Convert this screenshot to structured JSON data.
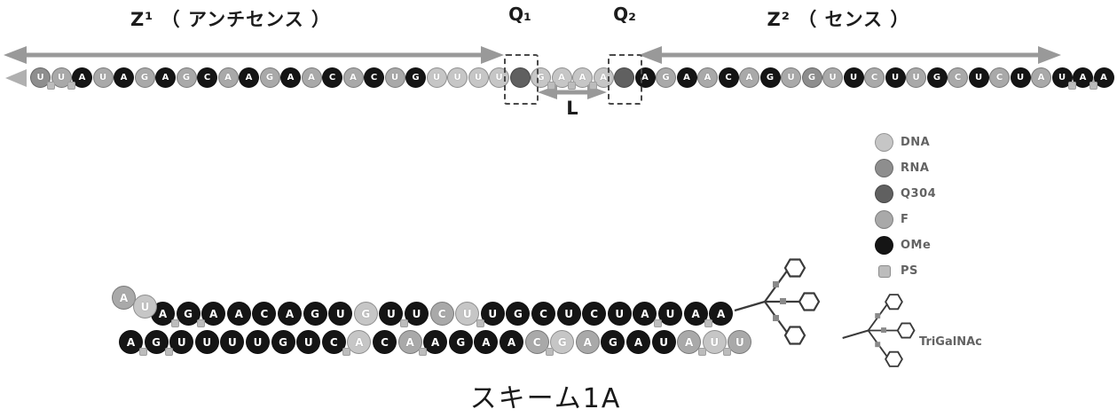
{
  "title": {
    "caption": "スキーム1A"
  },
  "construct": {
    "z1_label": "Z¹ （ アンチセンス ）",
    "q1_label": "Q₁",
    "q2_label": "Q₂",
    "z2_label": "Z² （ センス ）",
    "l_label": "L",
    "q1_index": 23,
    "q2_index": 28,
    "ps_linkages": [
      0,
      1,
      24,
      25,
      26,
      49,
      50
    ],
    "beads": [
      {
        "l": "U",
        "t": "RNA"
      },
      {
        "l": "U",
        "t": "F"
      },
      {
        "l": "A",
        "t": "OMe"
      },
      {
        "l": "U",
        "t": "F"
      },
      {
        "l": "A",
        "t": "OMe"
      },
      {
        "l": "G",
        "t": "F"
      },
      {
        "l": "A",
        "t": "OMe"
      },
      {
        "l": "G",
        "t": "F"
      },
      {
        "l": "C",
        "t": "OMe"
      },
      {
        "l": "A",
        "t": "F"
      },
      {
        "l": "A",
        "t": "OMe"
      },
      {
        "l": "G",
        "t": "F"
      },
      {
        "l": "A",
        "t": "OMe"
      },
      {
        "l": "A",
        "t": "F"
      },
      {
        "l": "C",
        "t": "OMe"
      },
      {
        "l": "A",
        "t": "F"
      },
      {
        "l": "C",
        "t": "OMe"
      },
      {
        "l": "U",
        "t": "F"
      },
      {
        "l": "G",
        "t": "OMe"
      },
      {
        "l": "U",
        "t": "DNA"
      },
      {
        "l": "U",
        "t": "DNA"
      },
      {
        "l": "U",
        "t": "DNA"
      },
      {
        "l": "U",
        "t": "DNA"
      },
      {
        "l": "",
        "t": "Q304"
      },
      {
        "l": "G",
        "t": "DNA"
      },
      {
        "l": "A",
        "t": "DNA"
      },
      {
        "l": "A",
        "t": "DNA"
      },
      {
        "l": "A",
        "t": "DNA"
      },
      {
        "l": "",
        "t": "Q304"
      },
      {
        "l": "A",
        "t": "OMe"
      },
      {
        "l": "G",
        "t": "F"
      },
      {
        "l": "A",
        "t": "OMe"
      },
      {
        "l": "A",
        "t": "F"
      },
      {
        "l": "C",
        "t": "OMe"
      },
      {
        "l": "A",
        "t": "F"
      },
      {
        "l": "G",
        "t": "OMe"
      },
      {
        "l": "U",
        "t": "F"
      },
      {
        "l": "G",
        "t": "RNA"
      },
      {
        "l": "U",
        "t": "F"
      },
      {
        "l": "U",
        "t": "OMe"
      },
      {
        "l": "C",
        "t": "F"
      },
      {
        "l": "U",
        "t": "OMe"
      },
      {
        "l": "U",
        "t": "F"
      },
      {
        "l": "G",
        "t": "OMe"
      },
      {
        "l": "C",
        "t": "F"
      },
      {
        "l": "U",
        "t": "OMe"
      },
      {
        "l": "C",
        "t": "F"
      },
      {
        "l": "U",
        "t": "OMe"
      },
      {
        "l": "A",
        "t": "F"
      },
      {
        "l": "U",
        "t": "OMe"
      },
      {
        "l": "A",
        "t": "OMe"
      },
      {
        "l": "A",
        "t": "OMe"
      }
    ]
  },
  "legend": {
    "items": [
      {
        "label": "DNA",
        "type": "DNA",
        "shape": "circle"
      },
      {
        "label": "RNA",
        "type": "RNA",
        "shape": "circle"
      },
      {
        "label": "Q304",
        "type": "Q304",
        "shape": "circle"
      },
      {
        "label": "F",
        "type": "F",
        "shape": "circle"
      },
      {
        "label": "OMe",
        "type": "OMe",
        "shape": "circle"
      },
      {
        "label": "PS",
        "type": "PS",
        "shape": "square"
      }
    ],
    "trigalnac_label": "TriGalNAc"
  },
  "duplex": {
    "sense": {
      "overhang": [
        {
          "l": "A",
          "t": "F"
        },
        {
          "l": "U",
          "t": "DNA"
        }
      ],
      "ps": [
        0,
        1,
        9,
        12,
        19,
        21
      ],
      "beads": [
        {
          "l": "A",
          "t": "OMe"
        },
        {
          "l": "G",
          "t": "OMe"
        },
        {
          "l": "A",
          "t": "OMe"
        },
        {
          "l": "A",
          "t": "OMe"
        },
        {
          "l": "C",
          "t": "OMe"
        },
        {
          "l": "A",
          "t": "OMe"
        },
        {
          "l": "G",
          "t": "OMe"
        },
        {
          "l": "U",
          "t": "OMe"
        },
        {
          "l": "G",
          "t": "DNA"
        },
        {
          "l": "U",
          "t": "OMe"
        },
        {
          "l": "U",
          "t": "OMe"
        },
        {
          "l": "C",
          "t": "F"
        },
        {
          "l": "U",
          "t": "DNA"
        },
        {
          "l": "U",
          "t": "OMe"
        },
        {
          "l": "G",
          "t": "OMe"
        },
        {
          "l": "C",
          "t": "OMe"
        },
        {
          "l": "U",
          "t": "OMe"
        },
        {
          "l": "C",
          "t": "OMe"
        },
        {
          "l": "U",
          "t": "OMe"
        },
        {
          "l": "A",
          "t": "OMe"
        },
        {
          "l": "U",
          "t": "OMe"
        },
        {
          "l": "A",
          "t": "OMe"
        },
        {
          "l": "A",
          "t": "OMe"
        }
      ]
    },
    "antisense": {
      "ps": [
        0,
        1,
        8,
        11,
        16,
        22,
        23
      ],
      "beads": [
        {
          "l": "A",
          "t": "OMe"
        },
        {
          "l": "G",
          "t": "OMe"
        },
        {
          "l": "U",
          "t": "OMe"
        },
        {
          "l": "U",
          "t": "OMe"
        },
        {
          "l": "U",
          "t": "OMe"
        },
        {
          "l": "U",
          "t": "OMe"
        },
        {
          "l": "G",
          "t": "OMe"
        },
        {
          "l": "U",
          "t": "OMe"
        },
        {
          "l": "C",
          "t": "OMe"
        },
        {
          "l": "A",
          "t": "DNA"
        },
        {
          "l": "C",
          "t": "OMe"
        },
        {
          "l": "A",
          "t": "F"
        },
        {
          "l": "A",
          "t": "OMe"
        },
        {
          "l": "G",
          "t": "OMe"
        },
        {
          "l": "A",
          "t": "OMe"
        },
        {
          "l": "A",
          "t": "OMe"
        },
        {
          "l": "C",
          "t": "F"
        },
        {
          "l": "G",
          "t": "DNA"
        },
        {
          "l": "A",
          "t": "F"
        },
        {
          "l": "G",
          "t": "OMe"
        },
        {
          "l": "A",
          "t": "OMe"
        },
        {
          "l": "U",
          "t": "OMe"
        },
        {
          "l": "A",
          "t": "F"
        },
        {
          "l": "U",
          "t": "DNA"
        },
        {
          "l": "U",
          "t": "F"
        }
      ]
    }
  },
  "colors": {
    "DNA": "#c6c6c6",
    "RNA": "#8e8e8e",
    "Q304": "#606060",
    "F": "#a9a9a9",
    "OMe": "#151515",
    "PS": "#bcbcbc",
    "arrow": "#8f8f8f"
  }
}
